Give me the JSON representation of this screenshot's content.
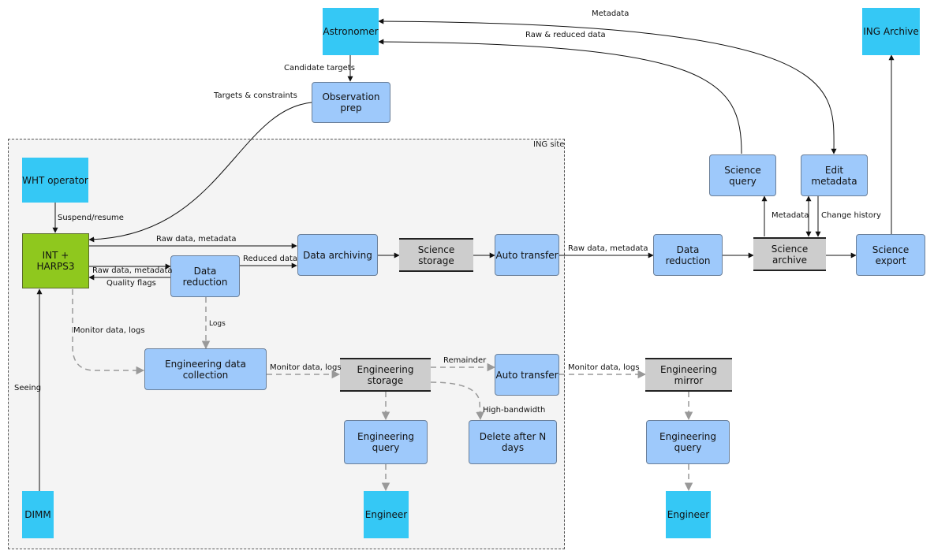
{
  "site": {
    "label": "ING site"
  },
  "nodes": {
    "astronomer": "Astronomer",
    "observation_prep": "Observation prep",
    "ing_archive": "ING Archive",
    "wht_operator": "WHT operator",
    "int_harps3": "INT + HARPS3",
    "data_archiving": "Data archiving",
    "science_storage": "Science storage",
    "auto_transfer_science": "Auto transfer",
    "data_reduction_site": "Data reduction",
    "data_reduction_remote": "Data reduction",
    "science_query": "Science query",
    "edit_metadata": "Edit metadata",
    "science_archive": "Science archive",
    "science_export": "Science export",
    "engineering_data_collection": "Engineering data collection",
    "engineering_storage": "Engineering storage",
    "auto_transfer_eng": "Auto transfer",
    "engineering_mirror": "Engineering mirror",
    "engineering_query_site": "Engineering query",
    "delete_after": "Delete after N days",
    "engineering_query_remote": "Engineering query",
    "engineer_site": "Engineer",
    "engineer_remote": "Engineer",
    "dimm": "DIMM"
  },
  "edges": {
    "metadata_top": "Metadata",
    "raw_reduced": "Raw & reduced data",
    "candidate_targets": "Candidate targets",
    "targets_constraints": "Targets & constraints",
    "suspend_resume": "Suspend/resume",
    "raw_data_metadata_1": "Raw data, metadata",
    "reduced_data": "Reduced data",
    "raw_data_metadata_2": "Raw data, metadata",
    "quality_flags": "Quality flags",
    "raw_data_metadata_3": "Raw data, metadata",
    "metadata_side": "Metadata",
    "change_history": "Change history",
    "logs": "Logs",
    "monitor_data_logs_1": "Monitor data, logs",
    "monitor_data_logs_2": "Monitor data, logs",
    "remainder": "Remainder",
    "monitor_data_logs_3": "Monitor data, logs",
    "high_bandwidth": "High-bandwidth",
    "seeing": "Seeing"
  }
}
